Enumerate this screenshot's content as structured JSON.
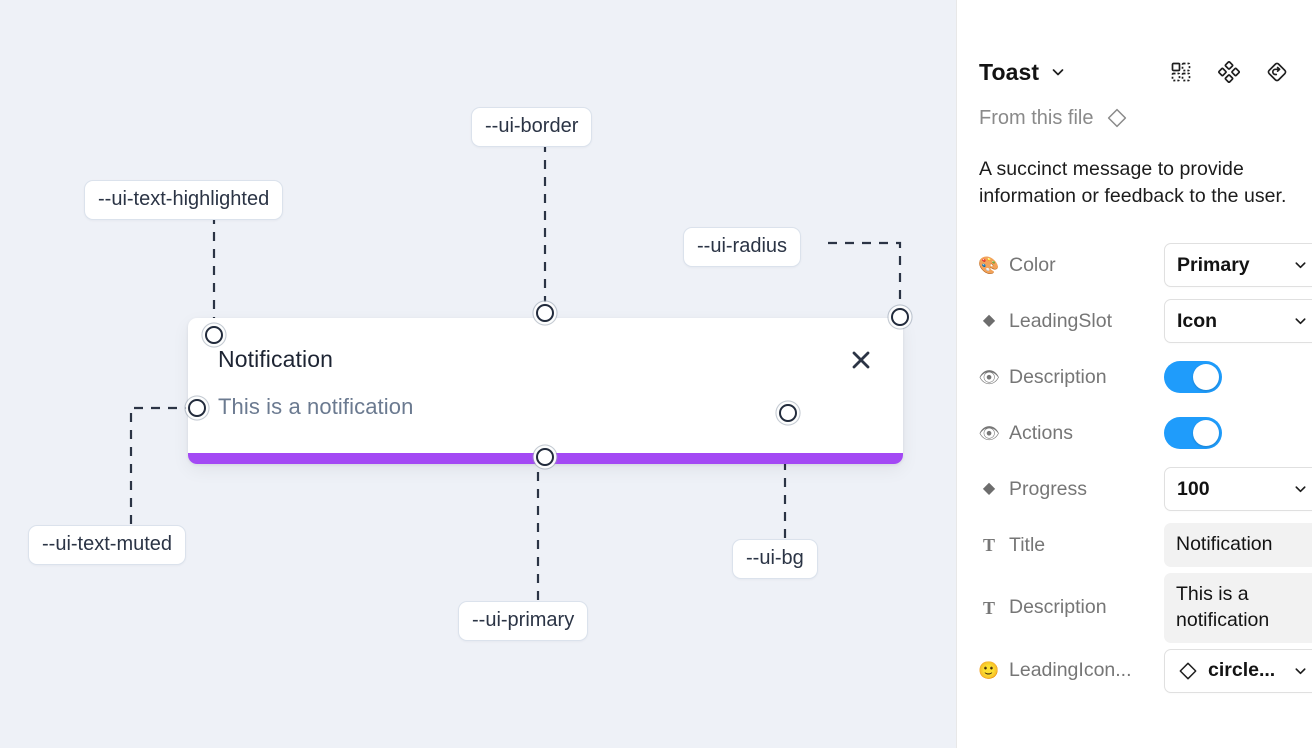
{
  "canvas": {
    "background_color": "#eef1f7",
    "tokens": [
      {
        "id": "ui-text-highlighted",
        "label": "--ui-text-highlighted"
      },
      {
        "id": "ui-border",
        "label": "--ui-border"
      },
      {
        "id": "ui-radius",
        "label": "--ui-radius"
      },
      {
        "id": "ui-text-muted",
        "label": "--ui-text-muted"
      },
      {
        "id": "ui-primary",
        "label": "--ui-primary"
      },
      {
        "id": "ui-bg",
        "label": "--ui-bg"
      }
    ],
    "toast": {
      "title": "Notification",
      "description": "This is a notification",
      "close_icon": "close-x-icon",
      "progress_color": "#a349f4",
      "background_color": "#ffffff"
    }
  },
  "panel": {
    "title": "Toast",
    "title_caret_icon": "chevron-down-icon",
    "header_icons": [
      {
        "name": "component-set-icon"
      },
      {
        "name": "variants-diamond-icon"
      },
      {
        "name": "reset-instance-icon"
      }
    ],
    "from_file": {
      "text": "From this file",
      "icon": "component-diamond-icon"
    },
    "description": "A succinct message to provide information or feedback to the user.",
    "properties": [
      {
        "icon": "palette-emoji",
        "glyph": "🎨",
        "label": "Color",
        "control": "select",
        "value": "Primary"
      },
      {
        "icon": "diamond-icon",
        "glyph": "◆",
        "label": "LeadingSlot",
        "control": "select",
        "value": "Icon"
      },
      {
        "icon": "eye-emoji",
        "glyph": "👁",
        "label": "Description",
        "control": "toggle",
        "value": "on"
      },
      {
        "icon": "eye-emoji",
        "glyph": "👁",
        "label": "Actions",
        "control": "toggle",
        "value": "on"
      },
      {
        "icon": "diamond-icon",
        "glyph": "◆",
        "label": "Progress",
        "control": "select",
        "value": "100"
      },
      {
        "icon": "text-type-icon",
        "glyph": "T",
        "label": "Title",
        "control": "text",
        "value": "Notification"
      },
      {
        "icon": "text-type-icon",
        "glyph": "T",
        "label": "Description",
        "control": "textarea",
        "value": "This is a notification"
      },
      {
        "icon": "smiley-emoji",
        "glyph": "🙂",
        "label": "LeadingIcon...",
        "control": "icon-select",
        "value": "circle..."
      }
    ],
    "toggle_on_color": "#1f9cfb",
    "field_background": "#f2f2f2"
  }
}
